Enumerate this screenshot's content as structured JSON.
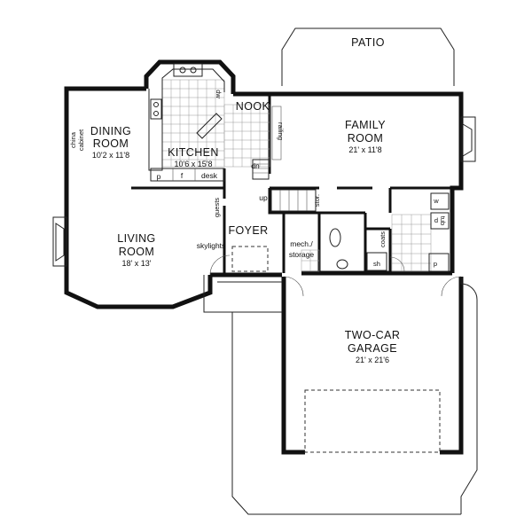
{
  "rooms": {
    "patio": {
      "name": "PATIO"
    },
    "nook": {
      "name": "NOOK"
    },
    "family": {
      "name": "FAMILY",
      "name2": "ROOM",
      "dims": "21' x 11'8"
    },
    "dining": {
      "name": "DINING",
      "name2": "ROOM",
      "dims": "10'2 x 11'8"
    },
    "kitchen": {
      "name": "KITCHEN",
      "dims": "10'6 x 15'8"
    },
    "living": {
      "name": "LIVING",
      "name2": "ROOM",
      "dims": "18' x 13'"
    },
    "foyer": {
      "name": "FOYER"
    },
    "garage": {
      "name": "TWO-CAR",
      "name2": "GARAGE",
      "dims": "21' x 21'6"
    }
  },
  "labels": {
    "china_cabinet_1": "china",
    "china_cabinet_2": "cabinet",
    "railing": "railing",
    "dw": "dw",
    "dn": "dn",
    "up": "up",
    "p_pantry": "p",
    "f": "f",
    "desk": "desk",
    "guests": "guests",
    "stor": "stor.",
    "skylights": "skylights",
    "mech_1": "mech./",
    "mech_2": "storage",
    "coats": "coats",
    "sh": "sh",
    "w": "w",
    "d": "d",
    "tub": "tub",
    "p_laundry": "p"
  }
}
